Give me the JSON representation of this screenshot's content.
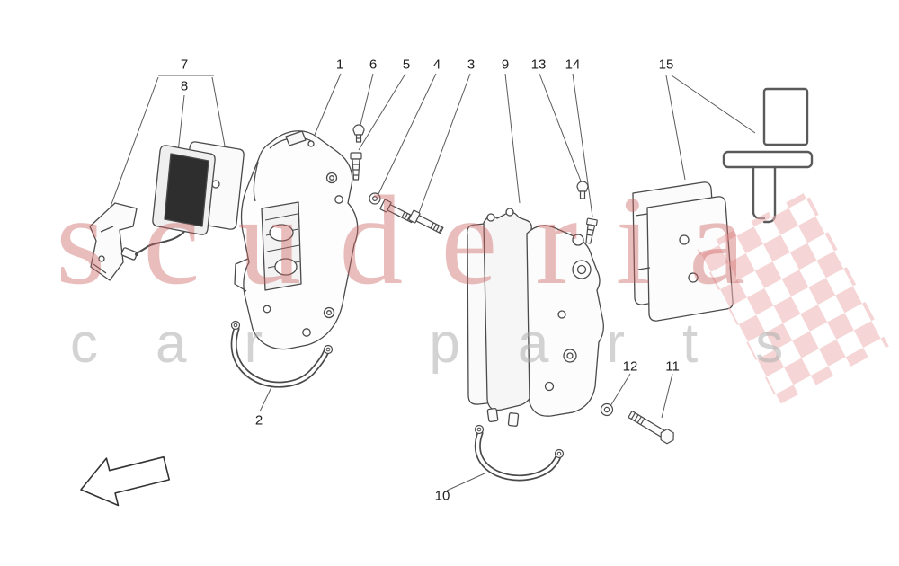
{
  "watermark": {
    "brand": "scuderia",
    "sub": "car parts"
  },
  "colors": {
    "watermark_brand": "#ce6262",
    "watermark_sub": "#afafaf",
    "flag_pink": "#edb3b3",
    "line_art": "#4a4a4a",
    "pad_friction": "#2e2e2e"
  },
  "callouts": [
    {
      "label": "7"
    },
    {
      "label": "8"
    },
    {
      "label": "1"
    },
    {
      "label": "6"
    },
    {
      "label": "5"
    },
    {
      "label": "4"
    },
    {
      "label": "3"
    },
    {
      "label": "9"
    },
    {
      "label": "13"
    },
    {
      "label": "14"
    },
    {
      "label": "15"
    },
    {
      "label": "2"
    },
    {
      "label": "10"
    },
    {
      "label": "12"
    },
    {
      "label": "11"
    }
  ]
}
